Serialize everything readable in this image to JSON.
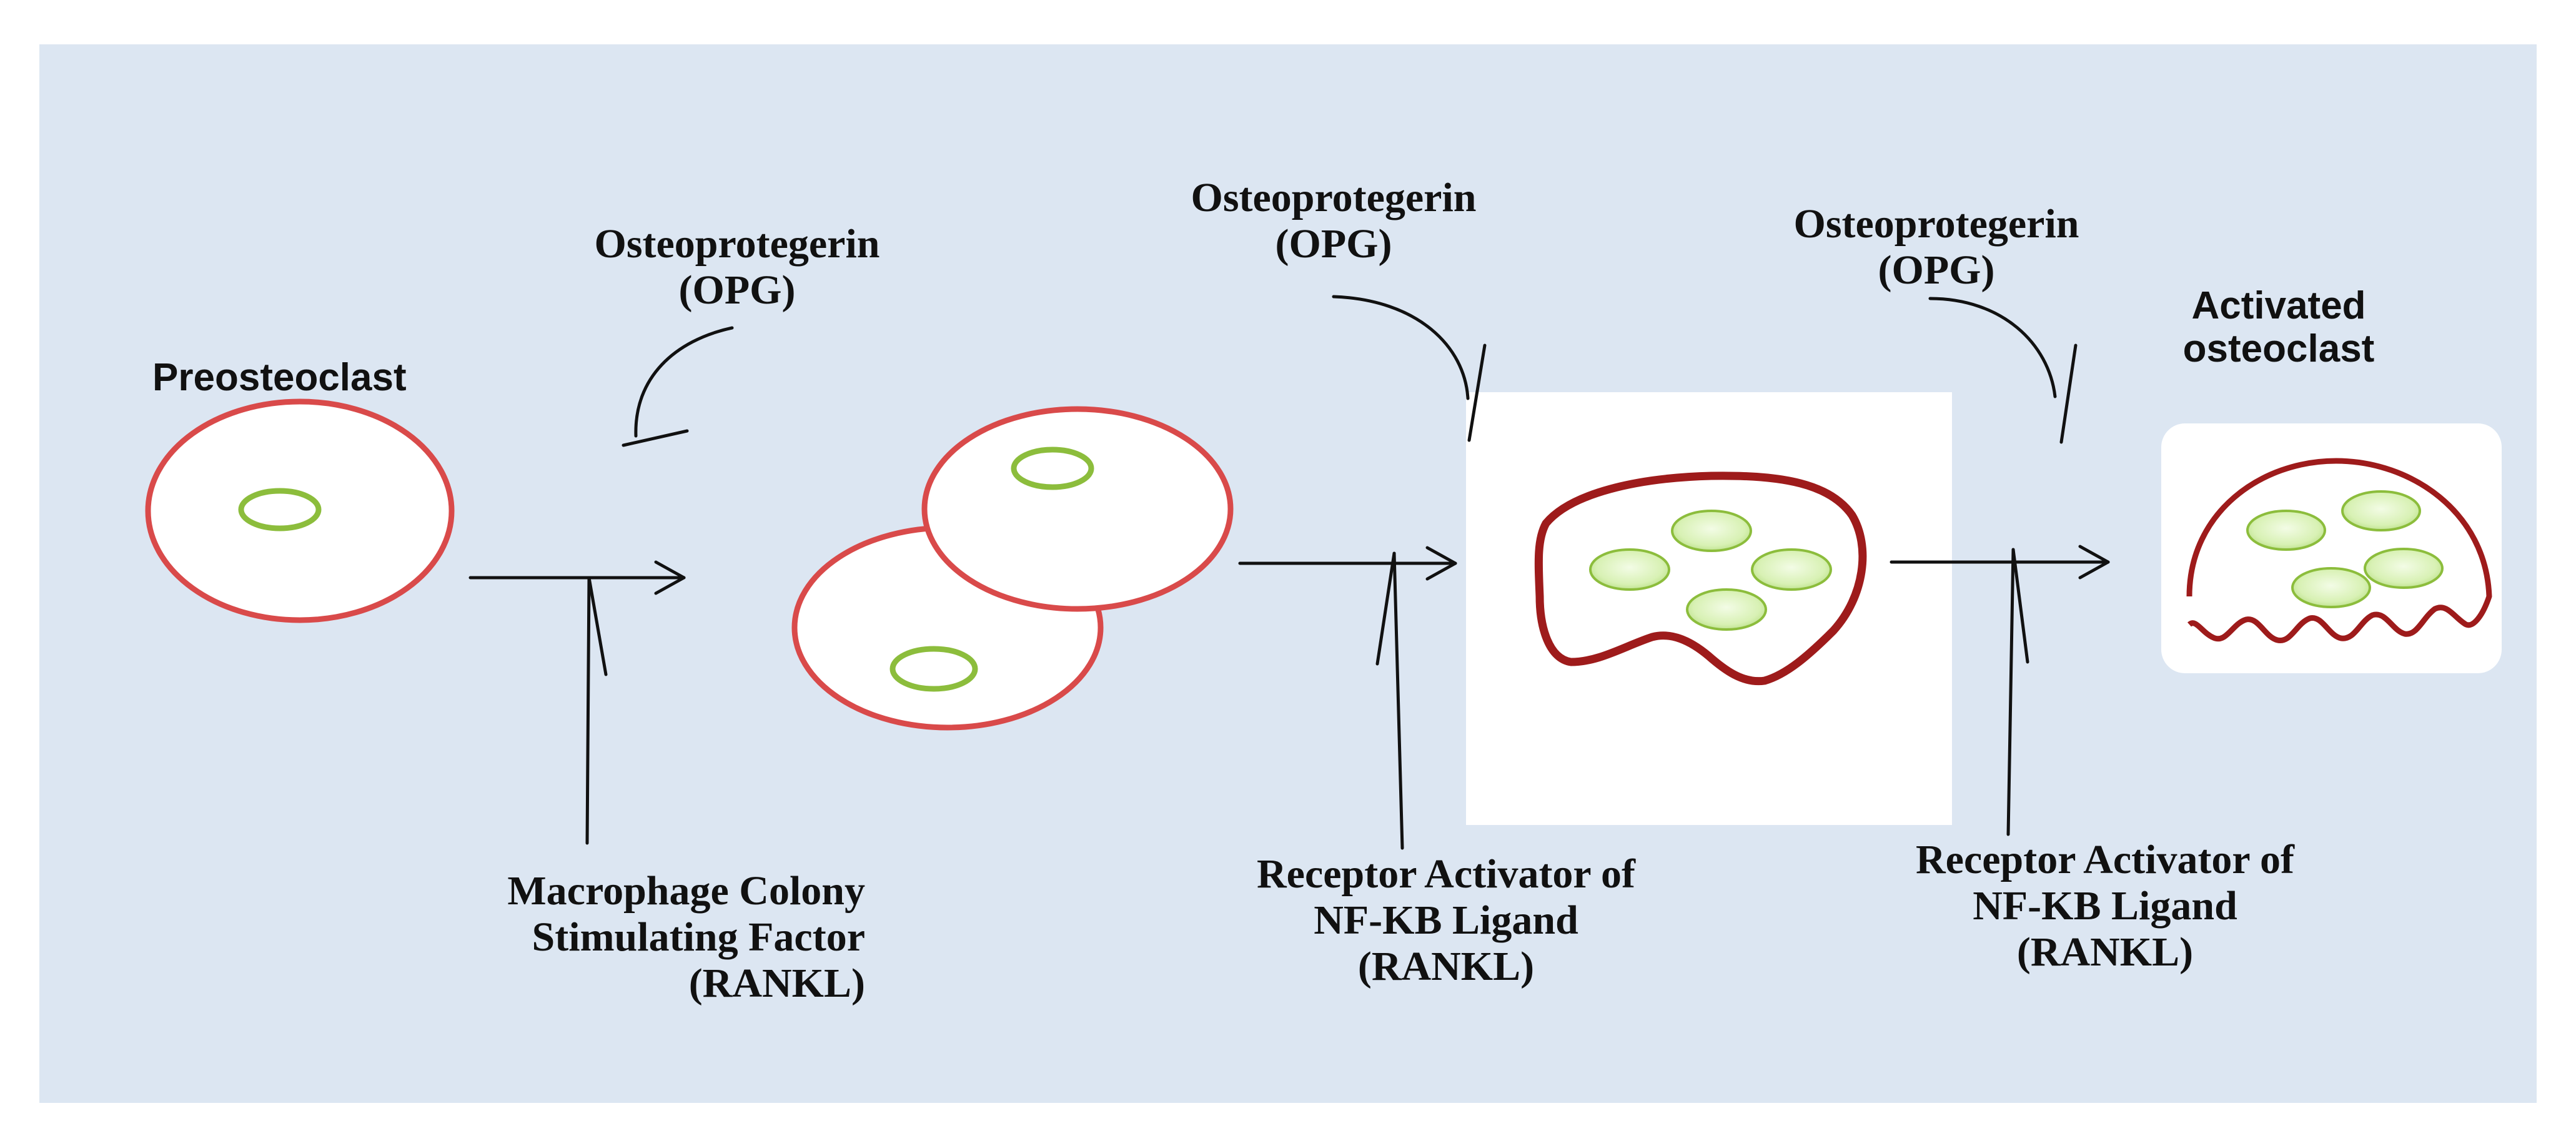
{
  "cells": {
    "preosteoclast_label": "Preosteoclast",
    "activated_label_line1": "Activated",
    "activated_label_line2": "osteoclast"
  },
  "inhibitors": [
    {
      "line1": "Osteoprotegerin",
      "line2": "(OPG)"
    },
    {
      "line1": "Osteoprotegerin",
      "line2": "(OPG)"
    },
    {
      "line1": "Osteoprotegerin",
      "line2": "(OPG)"
    }
  ],
  "factors": [
    {
      "line1": "Macrophage Colony",
      "line2": "Stimulating Factor",
      "line3": "(RANKL)"
    },
    {
      "line1": "Receptor Activator of",
      "line2": "NF-KB Ligand",
      "line3": "(RANKL)"
    },
    {
      "line1": "Receptor Activator of",
      "line2": "NF-KB Ligand",
      "line3": "(RANKL)"
    }
  ],
  "colors": {
    "background": "#dce6f2",
    "cell_outline": "#d94a4a",
    "activated_outline": "#9e1b1b",
    "nucleus_outline": "#8cbd3c",
    "nucleus_fill": "#d8f1b4",
    "arrow": "#111111"
  }
}
